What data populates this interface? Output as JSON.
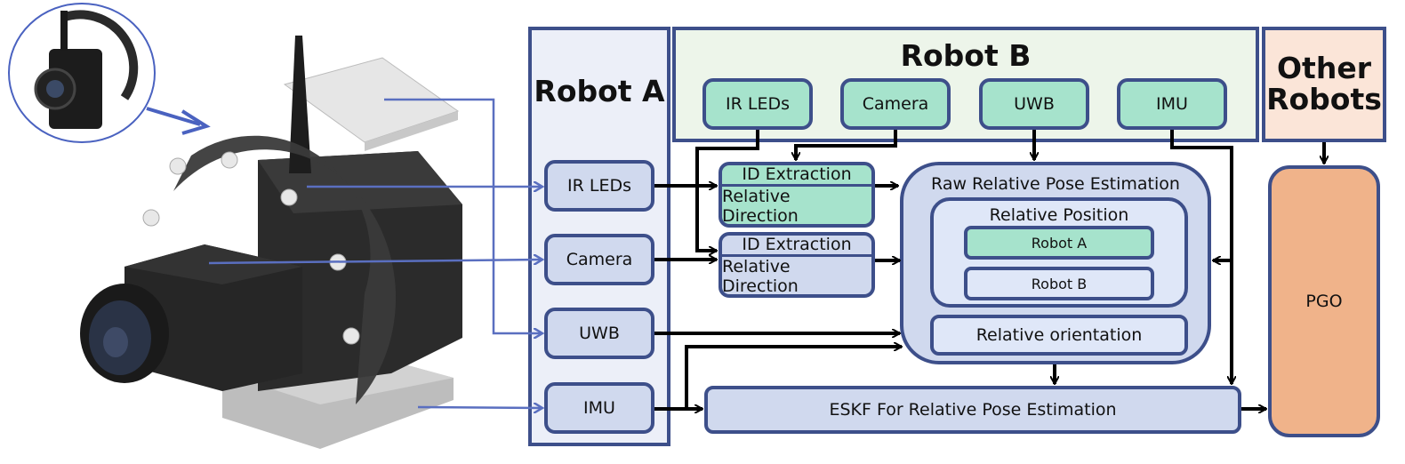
{
  "robot_a": {
    "title": "Robot A",
    "sensors": [
      "IR LEDs",
      "Camera",
      "UWB",
      "IMU"
    ]
  },
  "robot_b": {
    "title": "Robot B",
    "sensors": [
      "IR LEDs",
      "Camera",
      "UWB",
      "IMU"
    ]
  },
  "other_robots": {
    "title": "Other Robots"
  },
  "id_blocks": [
    {
      "top": "ID Extraction",
      "bottom": "Relative Direction"
    },
    {
      "top": "ID Extraction",
      "bottom": "Relative Direction"
    }
  ],
  "raw_pose": {
    "title": "Raw Relative Pose Estimation",
    "position_title": "Relative Position",
    "position_items": [
      "Robot A",
      "Robot B"
    ],
    "orientation": "Relative orientation"
  },
  "eskf": {
    "label": "ESKF For Relative Pose Estimation"
  },
  "pgo": {
    "label": "PGO"
  },
  "hardware_image": {
    "description": "Rendered sensor module: camera, IR LED ring, UWB antenna board, IMU base"
  },
  "colors": {
    "border": "#3d4f8a",
    "robot_a_bg": "#eceff8",
    "robot_b_bg": "#edf5ea",
    "other_bg": "#fbe5d8",
    "green": "#a6e3cc",
    "blue": "#d0d9ee",
    "orange": "#f0b38a",
    "pointer": "#5a6fc0"
  }
}
